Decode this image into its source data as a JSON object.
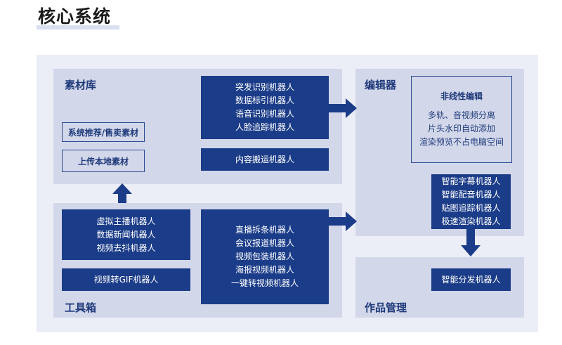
{
  "title": "核心系统",
  "panels": {
    "material": {
      "label": "素材库",
      "buttons": [
        "系统推荐/售卖素材",
        "上传本地素材"
      ],
      "robots": [
        "突发识别机器人",
        "数据标引机器人",
        "语音识别机器人",
        "人脸追踪机器人"
      ],
      "content_robot": "内容搬运机器人"
    },
    "editor": {
      "label": "编辑器",
      "box_title": "非线性编辑",
      "features": [
        "多轨、音视频分离",
        "片头水印自动添加",
        "渲染预览不占电脑空间"
      ],
      "robots": [
        "智能字幕机器人",
        "智能配音机器人",
        "贴图追踪机器人",
        "极速渲染机器人"
      ]
    },
    "toolbox": {
      "label": "工具箱",
      "robots_left": [
        "虚拟主播机器人",
        "数据新闻机器人",
        "视频去抖机器人"
      ],
      "gif_robot": "视频转GIF机器人",
      "robots_right": [
        "直播拆条机器人",
        "会议报道机器人",
        "视频包装机器人",
        "海报视频机器人",
        "一键转视频机器人"
      ]
    },
    "works": {
      "label": "作品管理",
      "robot": "智能分发机器人"
    }
  },
  "colors": {
    "dark_box": "#1b3c88",
    "panel": "#d2d7ea",
    "outer": "#eceef7",
    "text": "#1f3a7a"
  }
}
